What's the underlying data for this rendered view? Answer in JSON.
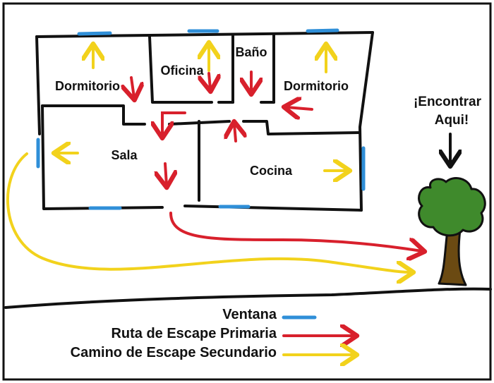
{
  "rooms": {
    "dormitorio_left": "Dormitorio",
    "oficina": "Oficina",
    "bano": "Baño",
    "dormitorio_right": "Dormitorio",
    "sala": "Sala",
    "cocina": "Cocina"
  },
  "meeting_point": {
    "line1": "¡Encontrar",
    "line2": "Aqui!"
  },
  "legend": {
    "window": "Ventana",
    "primary": "Ruta de Escape Primaria",
    "secondary": "Camino de Escape Secundario"
  },
  "colors": {
    "window": "#2f8fd8",
    "primary": "#d8202c",
    "secondary": "#f2d21c",
    "tree_canopy": "#3f8a2c",
    "tree_trunk": "#6b4a12",
    "wall": "#111111"
  }
}
